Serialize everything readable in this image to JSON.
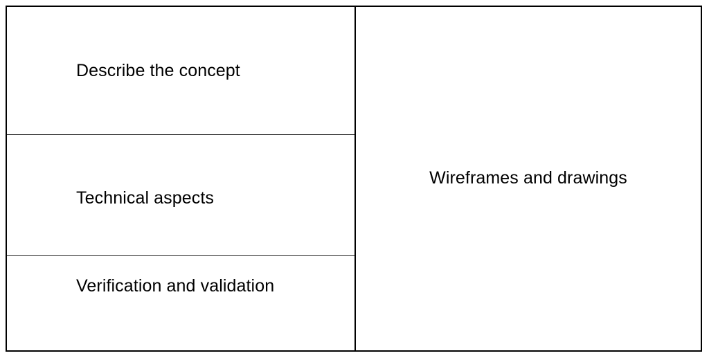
{
  "diagram": {
    "type": "two-column-table",
    "background_color": "#ffffff",
    "border_color": "#000000",
    "text_color": "#000000",
    "left_column": {
      "cells": [
        {
          "label": "Describe the concept"
        },
        {
          "label": "Technical aspects"
        },
        {
          "label": "Verification and validation"
        }
      ]
    },
    "right_column": {
      "label": "Wireframes and drawings"
    }
  }
}
